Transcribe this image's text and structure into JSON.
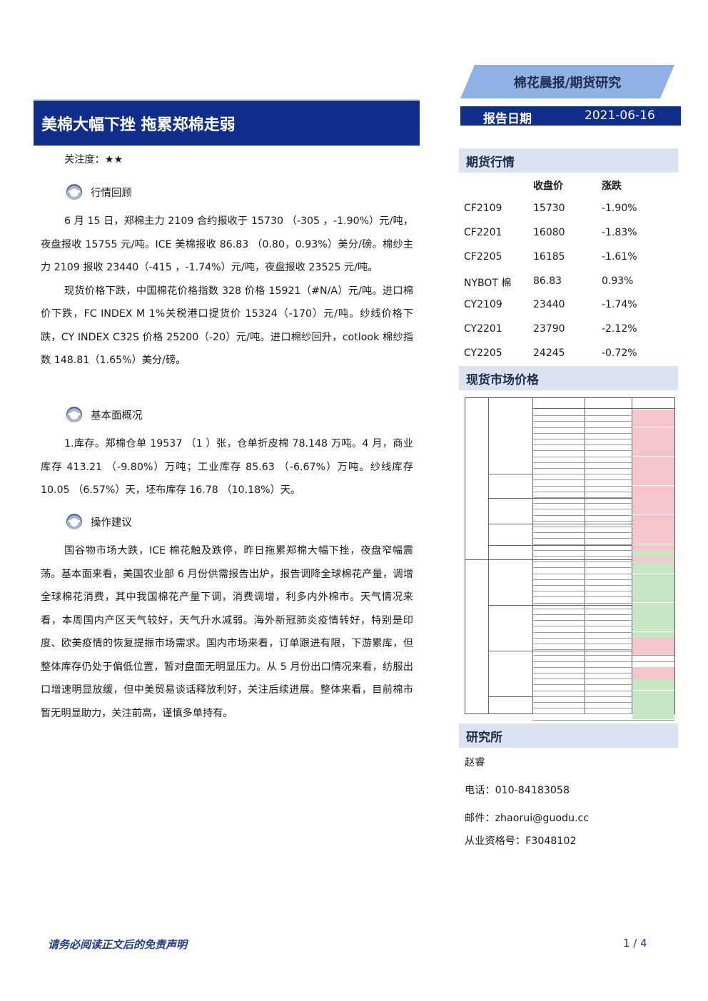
{
  "header": {
    "badge": "棉花晨报/期货研究",
    "date_label": "报告日期",
    "date_value": "2021-06-16",
    "title": "美棉大幅下挫 拖累郑棉走弱"
  },
  "attention": "关注度：★★",
  "sections": {
    "review_title": "行情回顾",
    "review_paras": [
      "6 月 15 日，郑棉主力 2109 合约报收于 15730 （-305 ，-1.90%）元/吨，夜盘报收 15755 元/吨。ICE 美棉报收 86.83 （0.80，0.93%）美分/磅。棉纱主力 2109 报收 23440（-415 ，-1.74%）元/吨，夜盘报收 23525 元/吨。",
      "现货价格下跌，中国棉花价格指数 328 价格 15921（#N/A）元/吨。进口棉价下跌，FC INDEX M 1%关税港口提货价 15324（-170）元/吨。纱线价格下跌，CY INDEX C32S 价格 25200（-20）元/吨。进口棉纱回升，cotlook 棉纱指数 148.81（1.65%）美分/磅。"
    ],
    "fundamental_title": "基本面概况",
    "fundamental_paras": [
      "1.库存。郑棉仓单 19537 （1 ）张，仓单折皮棉 78.148 万吨。4 月，商业库存 413.21 （-9.80%）万吨；工业库存 85.63 （-6.67%）万吨。纱线库存 10.05 （6.57%）天，坯布库存 16.78 （10.18%）天。"
    ],
    "advice_title": "操作建议",
    "advice_paras": [
      "国谷物市场大跌，ICE 棉花触及跌停，昨日拖累郑棉大幅下挫，夜盘窄幅震荡。基本面来看，美国农业部 6 月份供需报告出炉，报告调降全球棉花产量，调增全球棉花消费，其中我国棉花产量下调，消费调增，利多内外棉市。天气情况来看，本周国内产区天气较好，天气升水减弱。海外新冠肺炎疫情转好，特别是印度、欧美疫情的恢复提振市场需求。国内市场来看，订单跟进有限，下游累库，但整体库存仍处于偏低位置，暂对盘面无明显压力。从 5 月份出口情况来看，纺服出口增速明显放缓，但中美贸易谈话释放利好，关注后续进展。整体来看，目前棉市暂无明显助力，关注前高，谨慎多单持有。"
    ]
  },
  "futures": {
    "title": "期货行情",
    "headers": [
      "收盘价",
      "涨跌"
    ],
    "rows": [
      [
        "CF2109",
        "15730",
        "-1.90%"
      ],
      [
        "CF2201",
        "16080",
        "-1.83%"
      ],
      [
        "CF2205",
        "16185",
        "-1.61%"
      ],
      [
        "NYBOT 棉",
        "86.83",
        "0.93%"
      ],
      [
        "CY2109",
        "23440",
        "-1.74%"
      ],
      [
        "CY2201",
        "23790",
        "-2.12%"
      ],
      [
        "CY2205",
        "24245",
        "-0.72%"
      ]
    ]
  },
  "spot": {
    "title": "现货市场价格",
    "colors": {
      "red": "#f4c6cb",
      "green": "#c7e6c4"
    }
  },
  "research": {
    "title": "研究所",
    "name": "赵睿",
    "phone": "电话：010-84183058",
    "email": "邮件：zhaorui@guodu.cc",
    "license": "从业资格号：F3048102"
  },
  "footer": {
    "disclaimer": "请务必阅读正文后的免责声明",
    "page": "1 / 4"
  }
}
